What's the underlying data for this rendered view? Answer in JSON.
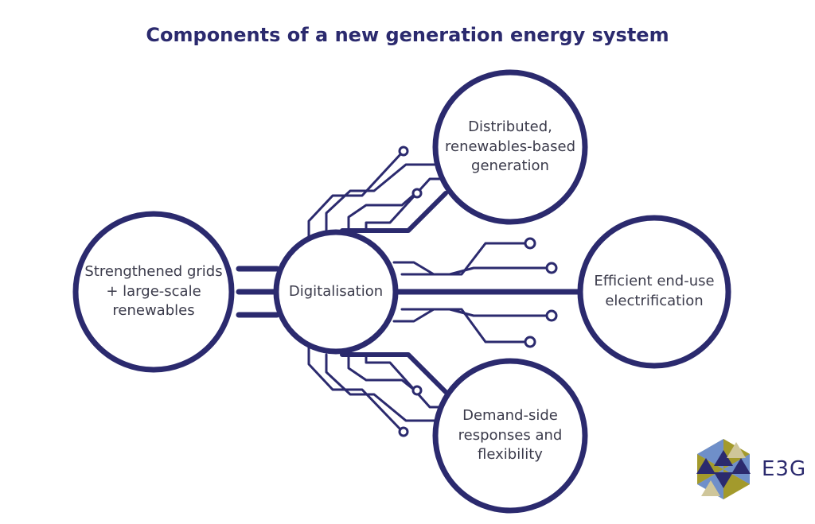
{
  "title": "Components of a new generation energy system",
  "nodes": {
    "grids": {
      "lines": [
        "Strengthened grids",
        "+ large-scale",
        "renewables"
      ]
    },
    "digitalisation": {
      "lines": [
        "Digitalisation"
      ]
    },
    "distributed": {
      "lines": [
        "Distributed,",
        "renewables-based",
        "generation"
      ]
    },
    "electrification": {
      "lines": [
        "Efficient end-use",
        "electrification"
      ]
    },
    "demand": {
      "lines": [
        "Demand-side",
        "responses and",
        "flexibility"
      ]
    }
  },
  "logo": {
    "text": "E3G"
  },
  "colors": {
    "navy": "#2b2a6e",
    "text": "#3b3b4b",
    "olive": "#a39a2c",
    "blue": "#6f8fc9",
    "tan": "#cfc69a"
  }
}
